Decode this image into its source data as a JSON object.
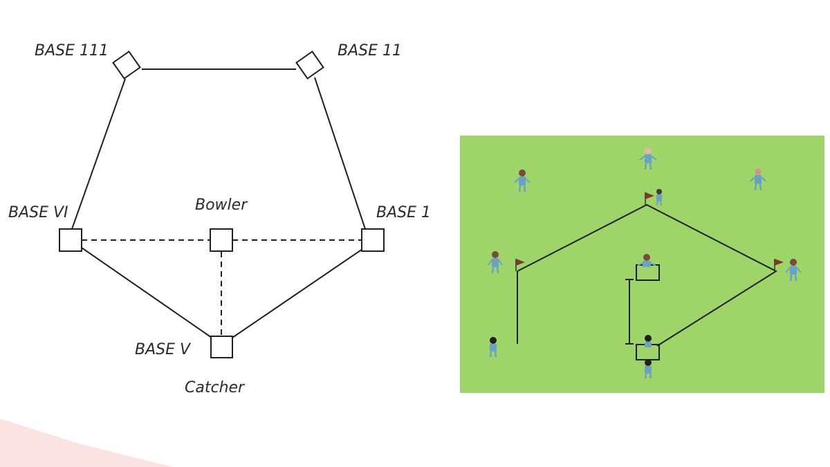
{
  "diagram": {
    "bases": {
      "base_1": "BASE 1",
      "base_2": "BASE 11",
      "base_3": "BASE 111",
      "base_5": "BASE V",
      "base_6": "BASE VI"
    },
    "bowler_label": "Bowler",
    "catcher_label": "Catcher"
  },
  "field": {
    "grass_color": "#9fd46a",
    "line_color": "#1f1f1f",
    "flag_color": "#7a3a2a",
    "player_color": "#6aa2c2"
  },
  "decor": {
    "corner_color": "#fbe3e3"
  }
}
